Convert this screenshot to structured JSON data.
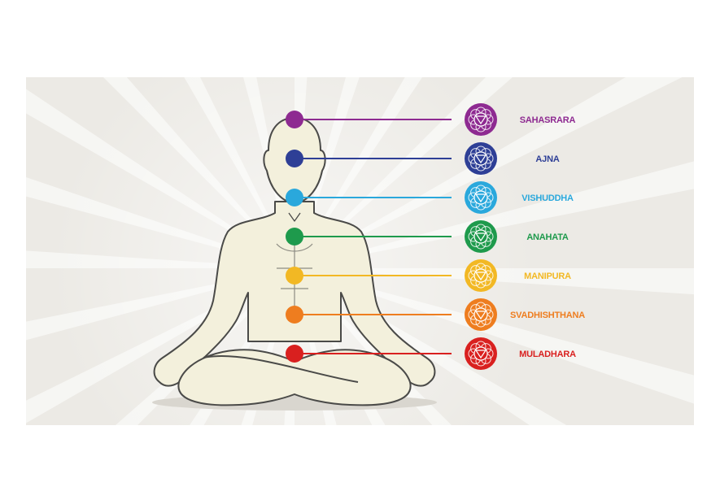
{
  "chakras": [
    {
      "name": "SAHASRARA",
      "color": "#8e2a91",
      "icon": "lotus-thousand-petal-icon"
    },
    {
      "name": "AJNA",
      "color": "#2e3f96",
      "icon": "two-petal-triangle-icon"
    },
    {
      "name": "VISHUDDHA",
      "color": "#2aa8dc",
      "icon": "sixteen-petal-triangle-icon"
    },
    {
      "name": "ANAHATA",
      "color": "#1e9a4c",
      "icon": "hexagram-lotus-icon"
    },
    {
      "name": "MANIPURA",
      "color": "#f2b824",
      "icon": "ten-petal-triangle-icon"
    },
    {
      "name": "SVADHISHTHANA",
      "color": "#ee7d1f",
      "icon": "crescent-lotus-icon"
    },
    {
      "name": "MULADHARA",
      "color": "#d9201f",
      "icon": "square-lotus-icon"
    }
  ],
  "background_color": "#eceae5",
  "body_color": "#f3f0dc"
}
